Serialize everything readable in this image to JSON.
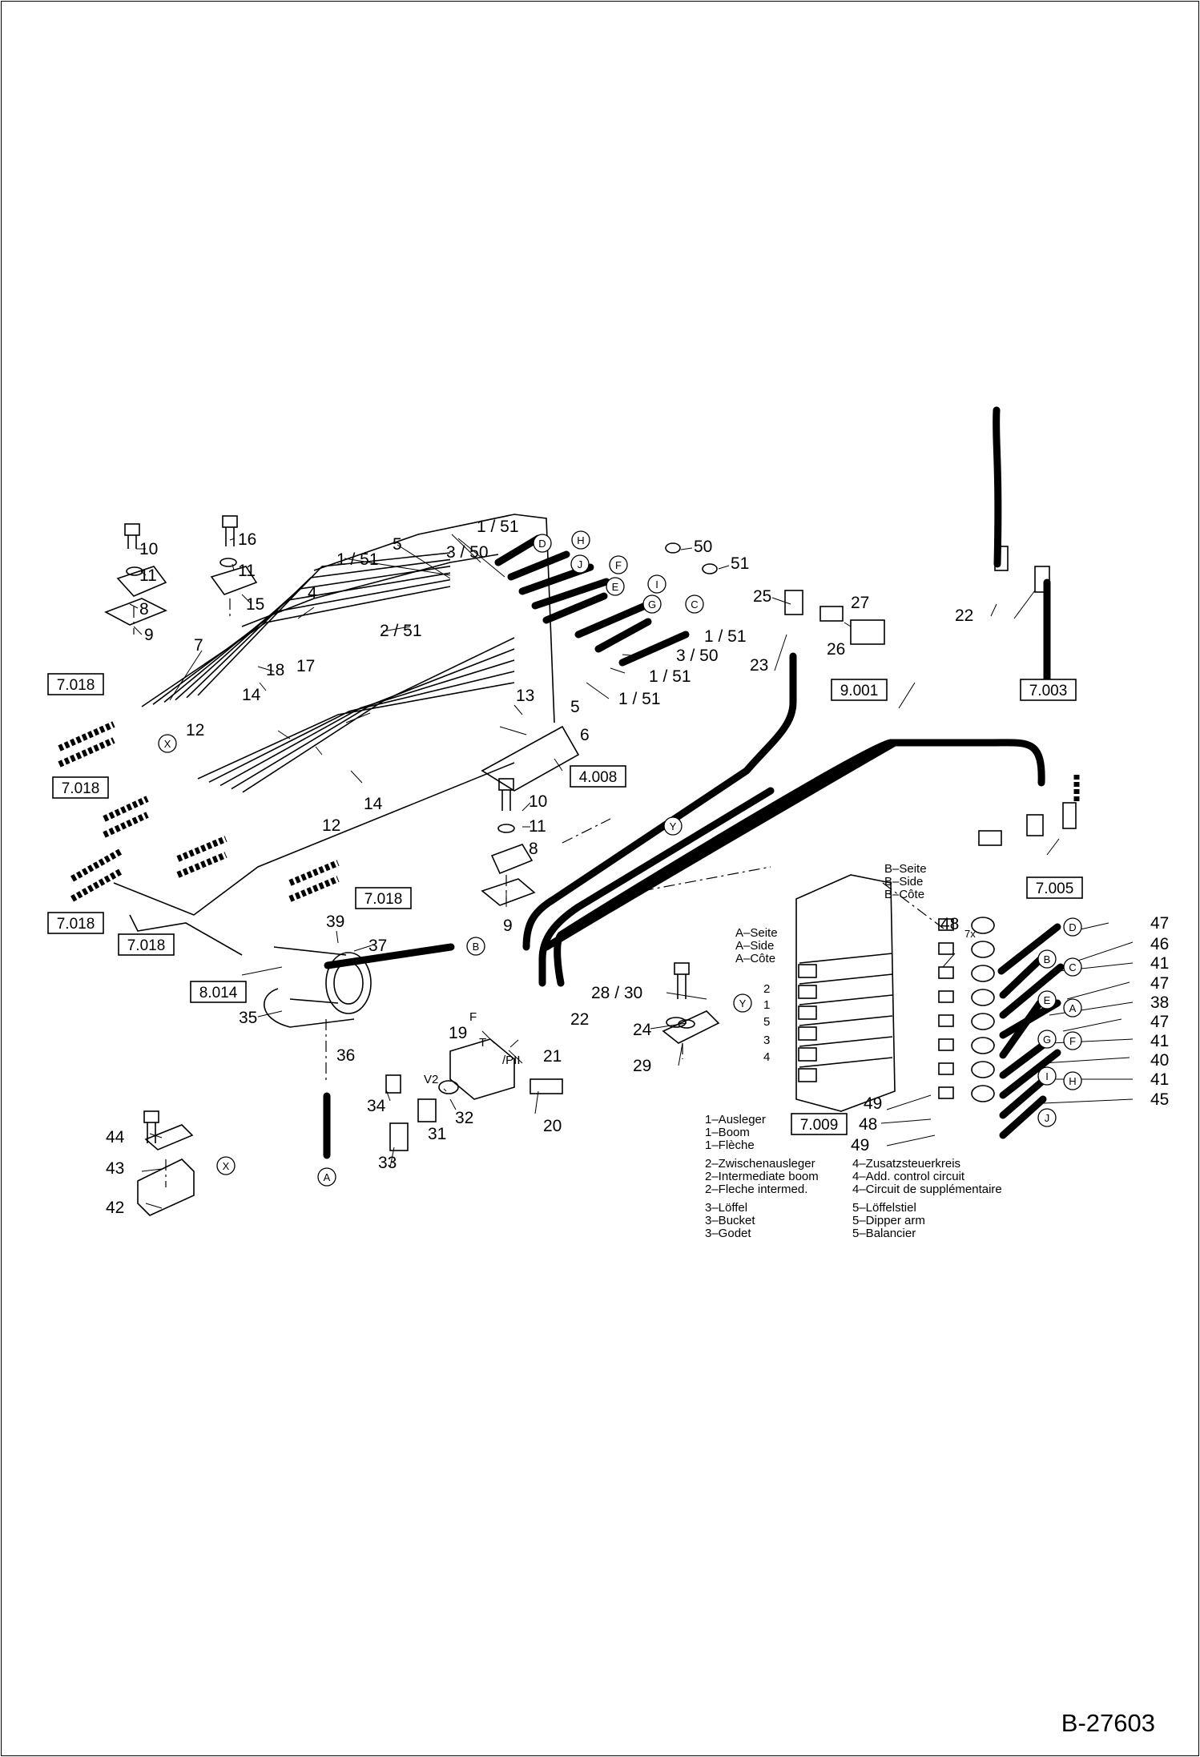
{
  "drawing_number": "B-27603",
  "part_numbers": [
    {
      "id": "p10a",
      "t": "10"
    },
    {
      "id": "p11a",
      "t": "11"
    },
    {
      "id": "p8a",
      "t": "8"
    },
    {
      "id": "p9a",
      "t": "9"
    },
    {
      "id": "p16",
      "t": "16"
    },
    {
      "id": "p11b",
      "t": "11"
    },
    {
      "id": "p15",
      "t": "15"
    },
    {
      "id": "p7",
      "t": "7"
    },
    {
      "id": "p4",
      "t": "4"
    },
    {
      "id": "p1_51a",
      "t": "1 / 51"
    },
    {
      "id": "p5a",
      "t": "5"
    },
    {
      "id": "p3_50a",
      "t": "3 / 50"
    },
    {
      "id": "p1_51b",
      "t": "1 / 51"
    },
    {
      "id": "p2_51",
      "t": "2 / 51"
    },
    {
      "id": "p1_51c",
      "t": "1 / 51"
    },
    {
      "id": "p3_50b",
      "t": "3 / 50"
    },
    {
      "id": "p1_51d",
      "t": "1 / 51"
    },
    {
      "id": "p1_51e",
      "t": "1 / 51"
    },
    {
      "id": "p50",
      "t": "50"
    },
    {
      "id": "p51",
      "t": "51"
    },
    {
      "id": "p25",
      "t": "25"
    },
    {
      "id": "p27",
      "t": "27"
    },
    {
      "id": "p26",
      "t": "26"
    },
    {
      "id": "p23",
      "t": "23"
    },
    {
      "id": "p22a",
      "t": "22"
    },
    {
      "id": "p18",
      "t": "18"
    },
    {
      "id": "p17",
      "t": "17"
    },
    {
      "id": "p14a",
      "t": "14"
    },
    {
      "id": "p12a",
      "t": "12"
    },
    {
      "id": "p13",
      "t": "13"
    },
    {
      "id": "p5b",
      "t": "5"
    },
    {
      "id": "p6",
      "t": "6"
    },
    {
      "id": "p14b",
      "t": "14"
    },
    {
      "id": "p12b",
      "t": "12"
    },
    {
      "id": "p10b",
      "t": "10"
    },
    {
      "id": "p11c",
      "t": "11"
    },
    {
      "id": "p8b",
      "t": "8"
    },
    {
      "id": "p9b",
      "t": "9"
    },
    {
      "id": "p39",
      "t": "39"
    },
    {
      "id": "p37",
      "t": "37"
    },
    {
      "id": "p35",
      "t": "35"
    },
    {
      "id": "p36",
      "t": "36"
    },
    {
      "id": "p19",
      "t": "19"
    },
    {
      "id": "p21",
      "t": "21"
    },
    {
      "id": "p22b",
      "t": "22"
    },
    {
      "id": "p28_30",
      "t": "28 / 30"
    },
    {
      "id": "p24",
      "t": "24"
    },
    {
      "id": "p29",
      "t": "29"
    },
    {
      "id": "p34",
      "t": "34"
    },
    {
      "id": "p31",
      "t": "31"
    },
    {
      "id": "p32",
      "t": "32"
    },
    {
      "id": "p20",
      "t": "20"
    },
    {
      "id": "p33",
      "t": "33"
    },
    {
      "id": "p44",
      "t": "44"
    },
    {
      "id": "p43",
      "t": "43"
    },
    {
      "id": "p42",
      "t": "42"
    },
    {
      "id": "p48a",
      "t": "48"
    },
    {
      "id": "p47a",
      "t": "47"
    },
    {
      "id": "p46",
      "t": "46"
    },
    {
      "id": "p41a",
      "t": "41"
    },
    {
      "id": "p47b",
      "t": "47"
    },
    {
      "id": "p38",
      "t": "38"
    },
    {
      "id": "p47c",
      "t": "47"
    },
    {
      "id": "p41b",
      "t": "41"
    },
    {
      "id": "p40",
      "t": "40"
    },
    {
      "id": "p41c",
      "t": "41"
    },
    {
      "id": "p45",
      "t": "45"
    },
    {
      "id": "p49a",
      "t": "49"
    },
    {
      "id": "p48b",
      "t": "48"
    },
    {
      "id": "p49b",
      "t": "49"
    }
  ],
  "multiplier": "7x",
  "reference_boxes": [
    {
      "id": "r7018a",
      "t": "7.018"
    },
    {
      "id": "r7018b",
      "t": "7.018"
    },
    {
      "id": "r7018c",
      "t": "7.018"
    },
    {
      "id": "r7018d",
      "t": "7.018"
    },
    {
      "id": "r7018e",
      "t": "7.018"
    },
    {
      "id": "r4008",
      "t": "4.008"
    },
    {
      "id": "r8014",
      "t": "8.014"
    },
    {
      "id": "r9001",
      "t": "9.001"
    },
    {
      "id": "r7003",
      "t": "7.003"
    },
    {
      "id": "r7005",
      "t": "7.005"
    },
    {
      "id": "r7009",
      "t": "7.009"
    }
  ],
  "circled_letters": [
    {
      "id": "cD1",
      "t": "D"
    },
    {
      "id": "cH1",
      "t": "H"
    },
    {
      "id": "cJ1",
      "t": "J"
    },
    {
      "id": "cF1",
      "t": "F"
    },
    {
      "id": "cE1",
      "t": "E"
    },
    {
      "id": "cI1",
      "t": "I"
    },
    {
      "id": "cG1",
      "t": "G"
    },
    {
      "id": "cC1",
      "t": "C"
    },
    {
      "id": "cX1",
      "t": "X"
    },
    {
      "id": "cY1",
      "t": "Y"
    },
    {
      "id": "cB1",
      "t": "B"
    },
    {
      "id": "cY2",
      "t": "Y"
    },
    {
      "id": "cA1",
      "t": "A"
    },
    {
      "id": "cX2",
      "t": "X"
    },
    {
      "id": "cD2",
      "t": "D"
    },
    {
      "id": "cB2",
      "t": "B"
    },
    {
      "id": "cC2",
      "t": "C"
    },
    {
      "id": "cE2",
      "t": "E"
    },
    {
      "id": "cA2",
      "t": "A"
    },
    {
      "id": "cG2",
      "t": "G"
    },
    {
      "id": "cF2",
      "t": "F"
    },
    {
      "id": "cI2",
      "t": "I"
    },
    {
      "id": "cH2",
      "t": "H"
    },
    {
      "id": "cJ2",
      "t": "J"
    }
  ],
  "port_labels": [
    {
      "id": "portF",
      "t": "F"
    },
    {
      "id": "portT",
      "t": "T"
    },
    {
      "id": "portPII",
      "t": "/PII"
    },
    {
      "id": "portV2",
      "t": "V2"
    }
  ],
  "side_legends": {
    "b_side": [
      "B–Seite",
      "B–Side",
      "B–Côte"
    ],
    "a_side": [
      "A–Seite",
      "A–Side",
      "A–Côte"
    ]
  },
  "valve_section_numbers": [
    "2",
    "1",
    "5",
    "3",
    "4"
  ],
  "legend": {
    "col1": [
      [
        "1–Ausleger",
        "1–Boom",
        "1–Flèche"
      ],
      [
        "2–Zwischenausleger",
        "2–Intermediate boom",
        "2–Fleche intermed."
      ],
      [
        "3–Löffel",
        "3–Bucket",
        "3–Godet"
      ]
    ],
    "col2": [
      [
        "4–Zusatzsteuerkreis",
        "4–Add. control circuit",
        "4–Circuit de supplémentaire"
      ],
      [
        "5–Löffelstiel",
        "5–Dipper arm",
        "5–Balancier"
      ]
    ]
  }
}
